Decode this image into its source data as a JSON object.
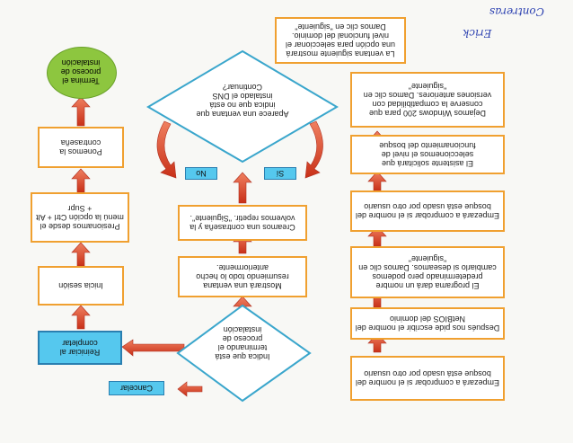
{
  "diagram": {
    "right_column": [
      "La ventana siguiente mostrará una opción para seleccionar el nivel funcional del dominio. Damos clic en \"siguiente\"",
      "Dejamos Windows 200 para que conserve la compatibilidad con versiones anteriores. Damos clic en \"siguiente\"",
      "El asistente solicitará que seleccionemos el nivel de funcionamiento del bosque",
      "Empezará a comprobar si el nombre del bosque está usado por otro usuario",
      "El programa dará un nombre predeterminado pero podemos cambiarlo si deseamos. Damos clic en \"siguiente\"",
      "Después nos pide escribir el nombre del NetBIOS del dominio",
      "Empezará a comprobar si el nombre del bosque está usado por otro usuario"
    ],
    "middle_column": {
      "decision_dns": "Aparece una ventana que indica que no está instalado el DNS Continuar?",
      "yes_label": "Sí",
      "no_label": "No",
      "password_step": "Creamos una contraseña y la volvemos repetir. \"Siguiente\".",
      "summary_step": "Mostrará una ventana resumiendo todo lo hecho anteriormente.",
      "decision_finish": "Indica que está terminando el proceso de instalación",
      "cancel_label": "Cancelar"
    },
    "left_column": {
      "end_terminal": "Termina el proceso de instalación",
      "password_step": "Ponemos la contraseña",
      "ctrl_alt_step": "Presionamos desde el menú la opción Ctrl + Alt + Supr",
      "login_step": "Inicia sesión",
      "restart_button": "Reiniciar al completar"
    },
    "handwriting": {
      "line1": "Erick",
      "line2": "Contreras"
    }
  }
}
